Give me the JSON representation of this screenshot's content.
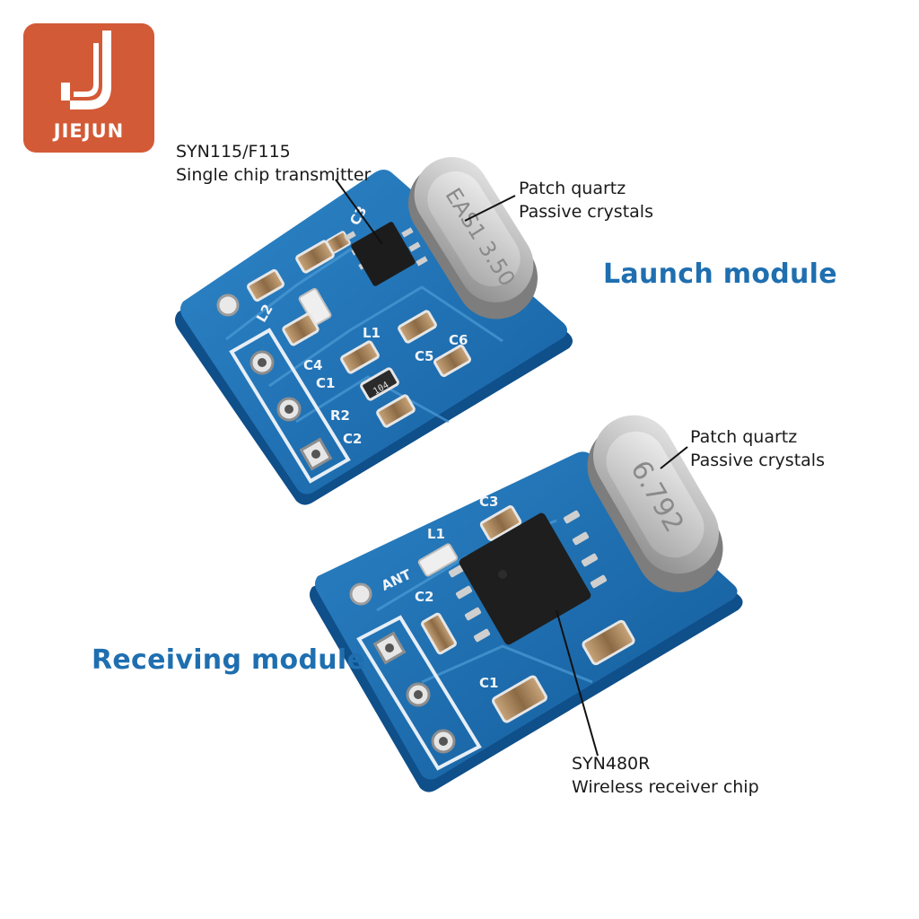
{
  "logo": {
    "brand": "JIEJUN",
    "background": "#d35a36",
    "mark_icon": "letter-j-mark-icon"
  },
  "headings": {
    "launch": "Launch module",
    "receiving": "Receiving module",
    "color": "#1f6fb0"
  },
  "annotations": {
    "transmitter_chip": {
      "line1": "SYN115/F115",
      "line2": "Single chip transmitter"
    },
    "launch_crystal": {
      "line1": "Patch quartz",
      "line2": "Passive crystals"
    },
    "receiver_crystal": {
      "line1": "Patch quartz",
      "line2": "Passive crystals"
    },
    "receiver_chip": {
      "line1": "SYN480R",
      "line2": "Wireless receiver chip"
    }
  },
  "launch_board": {
    "crystal_marking": "EAS1 3.50",
    "resistor_marking": "104",
    "silkscreen": [
      "L2",
      "C3",
      "L1",
      "C4",
      "C1",
      "C5",
      "C6",
      "R2",
      "C2"
    ]
  },
  "receiving_board": {
    "crystal_marking": "6.792",
    "silkscreen": [
      "L1",
      "C3",
      "ANT",
      "C2",
      "C1"
    ]
  }
}
